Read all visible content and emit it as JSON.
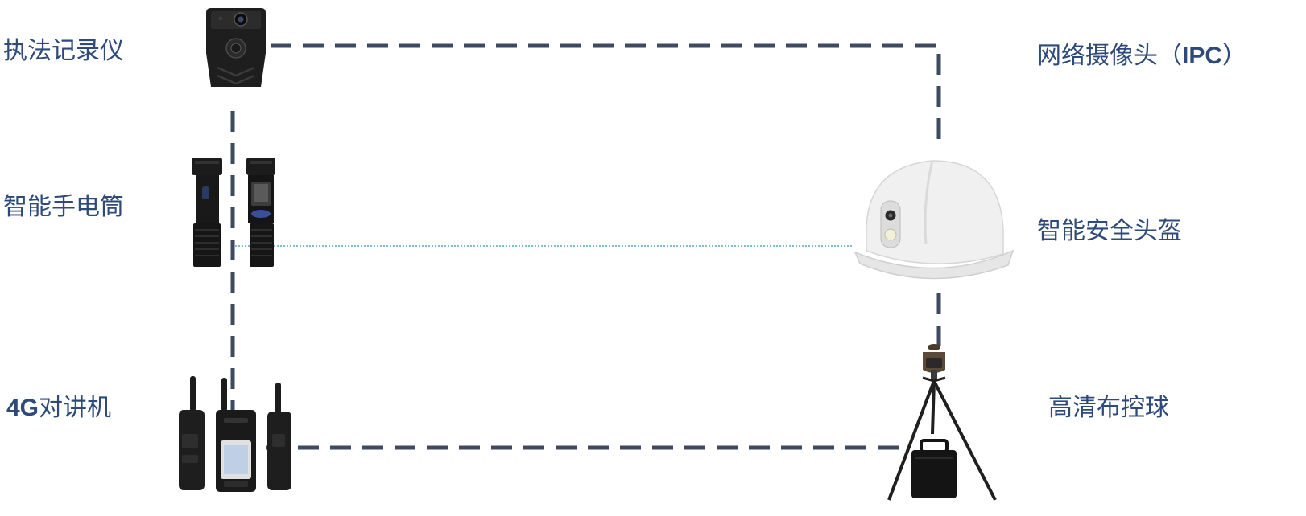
{
  "labels": {
    "body_cam": "执法记录仪",
    "flashlight": "智能手电筒",
    "radio_prefix": "4G",
    "radio_suffix": "对讲机",
    "ipc": "网络摄像头（",
    "ipc_code": "IPC",
    "ipc_close": "）",
    "helmet": "智能安全头盔",
    "ptz_ball": "高清布控球"
  },
  "colors": {
    "text": "#2e4a7a",
    "dash_line": "#3d4a5f",
    "dotted_line": "#5aa6c4"
  },
  "icons": [
    "body-camera-icon",
    "flashlight-icon",
    "walkie-talkie-icon",
    "helmet-icon",
    "ptz-ball-tripod-icon"
  ]
}
